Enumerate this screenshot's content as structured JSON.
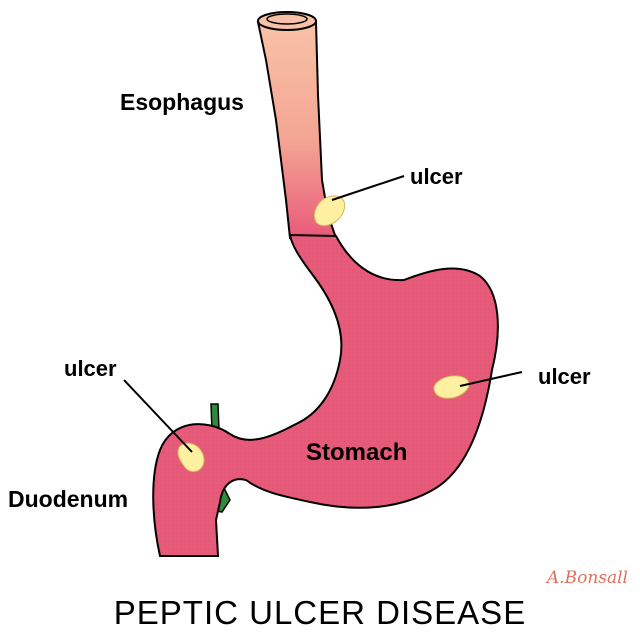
{
  "labels": {
    "esophagus": "Esophagus",
    "stomach": "Stomach",
    "duodenum": "Duodenum",
    "ulcer_esophagus": "ulcer",
    "ulcer_stomach": "ulcer",
    "ulcer_duodenum": "ulcer"
  },
  "title": "PEPTIC ULCER DISEASE",
  "signature": "A.Bonsall",
  "colors": {
    "esophagus_fill": "#f7b49a",
    "stomach_fill": "#e85a7a",
    "ulcer_fill": "#fdf0a0",
    "duct_fill": "#2f8a3c",
    "signature": "#e0705a"
  }
}
